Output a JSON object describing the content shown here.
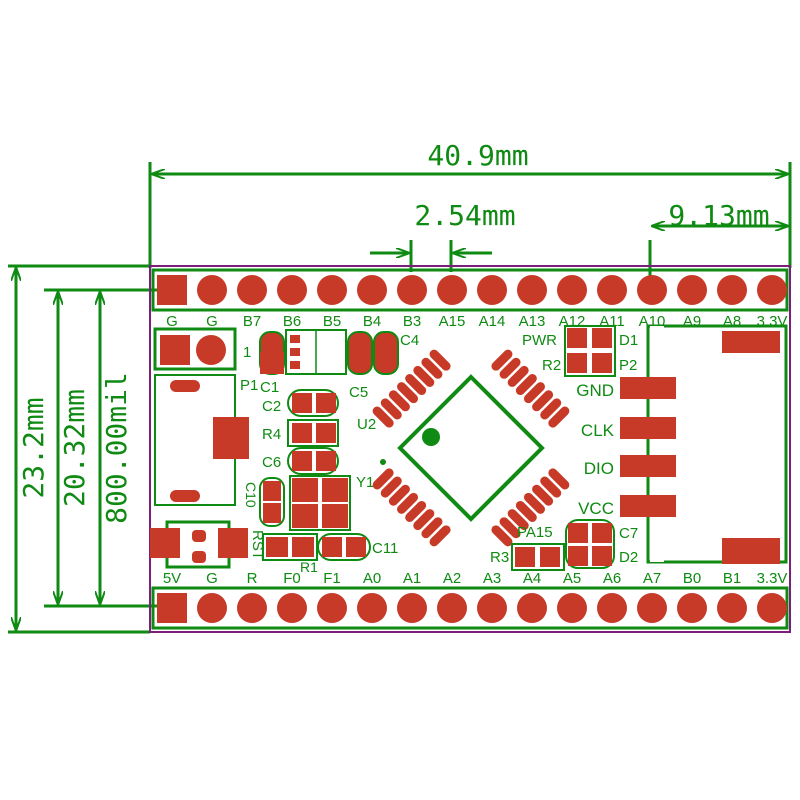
{
  "colors": {
    "silkscreen": "#0f8a12",
    "pad": "#c83a28",
    "board_outline": "#7a1f7a",
    "background": "#ffffff"
  },
  "dimensions": {
    "board_width": "40.9mm",
    "pin_pitch": "2.54mm",
    "connector_offset": "9.13mm",
    "board_height": "23.2mm",
    "row_spacing_mm": "20.32mm",
    "row_spacing_mil": "800.00mil"
  },
  "top_header_labels": [
    "G",
    "G",
    "B7",
    "B6",
    "B5",
    "B4",
    "B3",
    "A15",
    "A14",
    "A13",
    "A12",
    "A11",
    "A10",
    "A9",
    "A8",
    "3.3V"
  ],
  "bottom_header_labels": [
    "5V",
    "G",
    "R",
    "F0",
    "F1",
    "A0",
    "A1",
    "A2",
    "A3",
    "A4",
    "A5",
    "A6",
    "A7",
    "B0",
    "B1",
    "3.3V"
  ],
  "component_labels": {
    "pwr": "PWR",
    "d1": "D1",
    "r2": "R2",
    "p2": "P2",
    "one": "1",
    "c4": "C4",
    "p1": "P1",
    "c1": "C1",
    "c5": "C5",
    "c2": "C2",
    "r4": "R4",
    "u2": "U2",
    "c6": "C6",
    "y1": "Y1",
    "c10": "C10",
    "rst": "RST",
    "r1": "R1",
    "c11": "C11",
    "pa15": "PA15",
    "r3": "R3",
    "c7": "C7",
    "d2": "D2"
  },
  "swd_labels": [
    "GND",
    "CLK",
    "DIO",
    "VCC"
  ]
}
